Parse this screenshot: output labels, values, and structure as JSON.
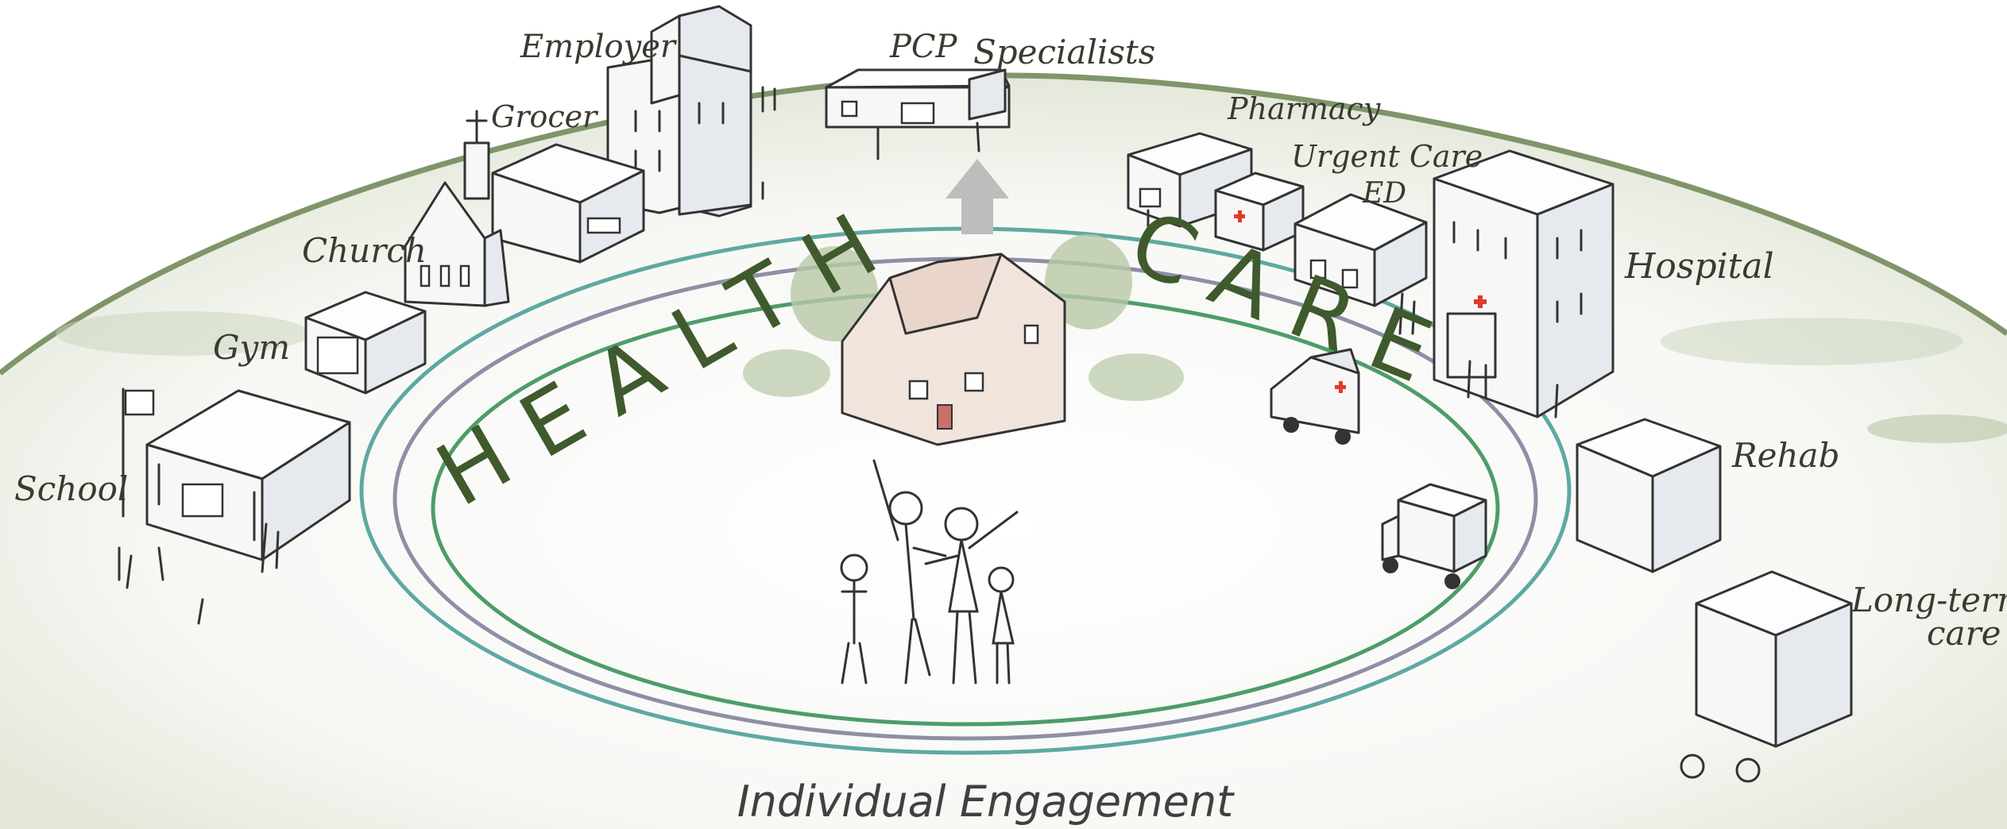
{
  "labels": {
    "employer": "Employer",
    "grocer": "Grocer",
    "pcp": "PCP",
    "specialists": "Specialists",
    "pharmacy": "Pharmacy",
    "urgent_care": "Urgent Care",
    "ed": "ED",
    "hospital": "Hospital",
    "church": "Church",
    "gym": "Gym",
    "school": "School",
    "rehab": "Rehab",
    "long_term_care_line1": "Long-term",
    "long_term_care_line2": "care"
  },
  "ring_text": {
    "health": "HEALTH",
    "care": "CARE"
  },
  "caption": "Individual Engagement",
  "colors": {
    "hill_green": "#7f956a",
    "ring_teal": "#5ea9a2",
    "ring_green": "#4e9c6a",
    "ring_gray": "#8d8fa6",
    "arrow_gray": "#bdbdbd",
    "red_cross": "#e03a2a"
  }
}
